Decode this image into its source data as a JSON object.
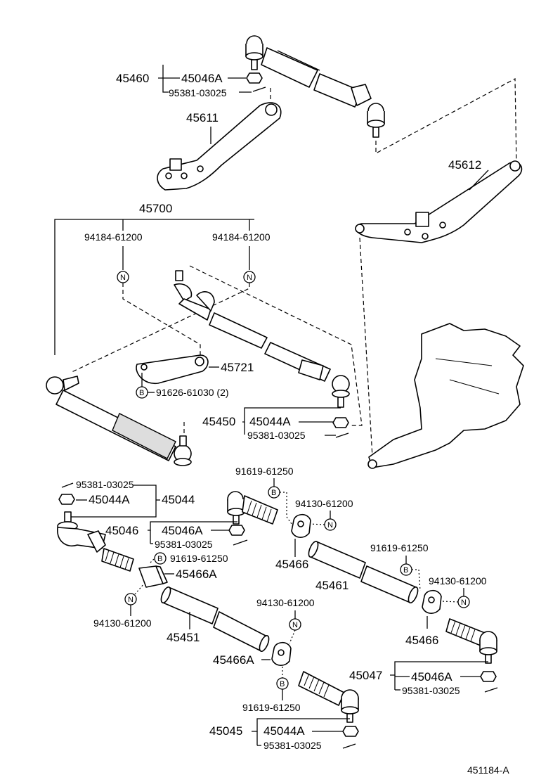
{
  "labels": {
    "p45460": "45460",
    "p45046a_1": "45046A",
    "p95381_1": "95381-03025",
    "p45611": "45611",
    "p45612": "45612",
    "p45700": "45700",
    "p94184_1": "94184-61200",
    "p94184_2": "94184-61200",
    "p45721": "45721",
    "p91626": "91626-61030 (2)",
    "p45450": "45450",
    "p45044a_1": "45044A",
    "p95381_2": "95381-03025",
    "p95381_3": "95381-03025",
    "p45044a_2": "45044A",
    "p45044": "45044",
    "p91619_1": "91619-61250",
    "p94130_1": "94130-61200",
    "p45046": "45046",
    "p45046a_2": "45046A",
    "p95381_4": "95381-03025",
    "p91619_2": "91619-61250",
    "p45466a_1": "45466A",
    "p45466_1": "45466",
    "p45461": "45461",
    "p91619_3": "91619-61250",
    "p94130_2": "94130-61200",
    "p94130_3": "94130-61200",
    "p45466_2": "45466",
    "p45451": "45451",
    "p94130_4": "94130-61200",
    "p45466a_2": "45466A",
    "p45047": "45047",
    "p45046a_3": "45046A",
    "p95381_5": "95381-03025",
    "p91619_4": "91619-61250",
    "p45045": "45045",
    "p45044a_3": "45044A",
    "p95381_6": "95381-03025",
    "ref": "451184-A"
  },
  "badges": {
    "n": "N",
    "b": "B"
  }
}
